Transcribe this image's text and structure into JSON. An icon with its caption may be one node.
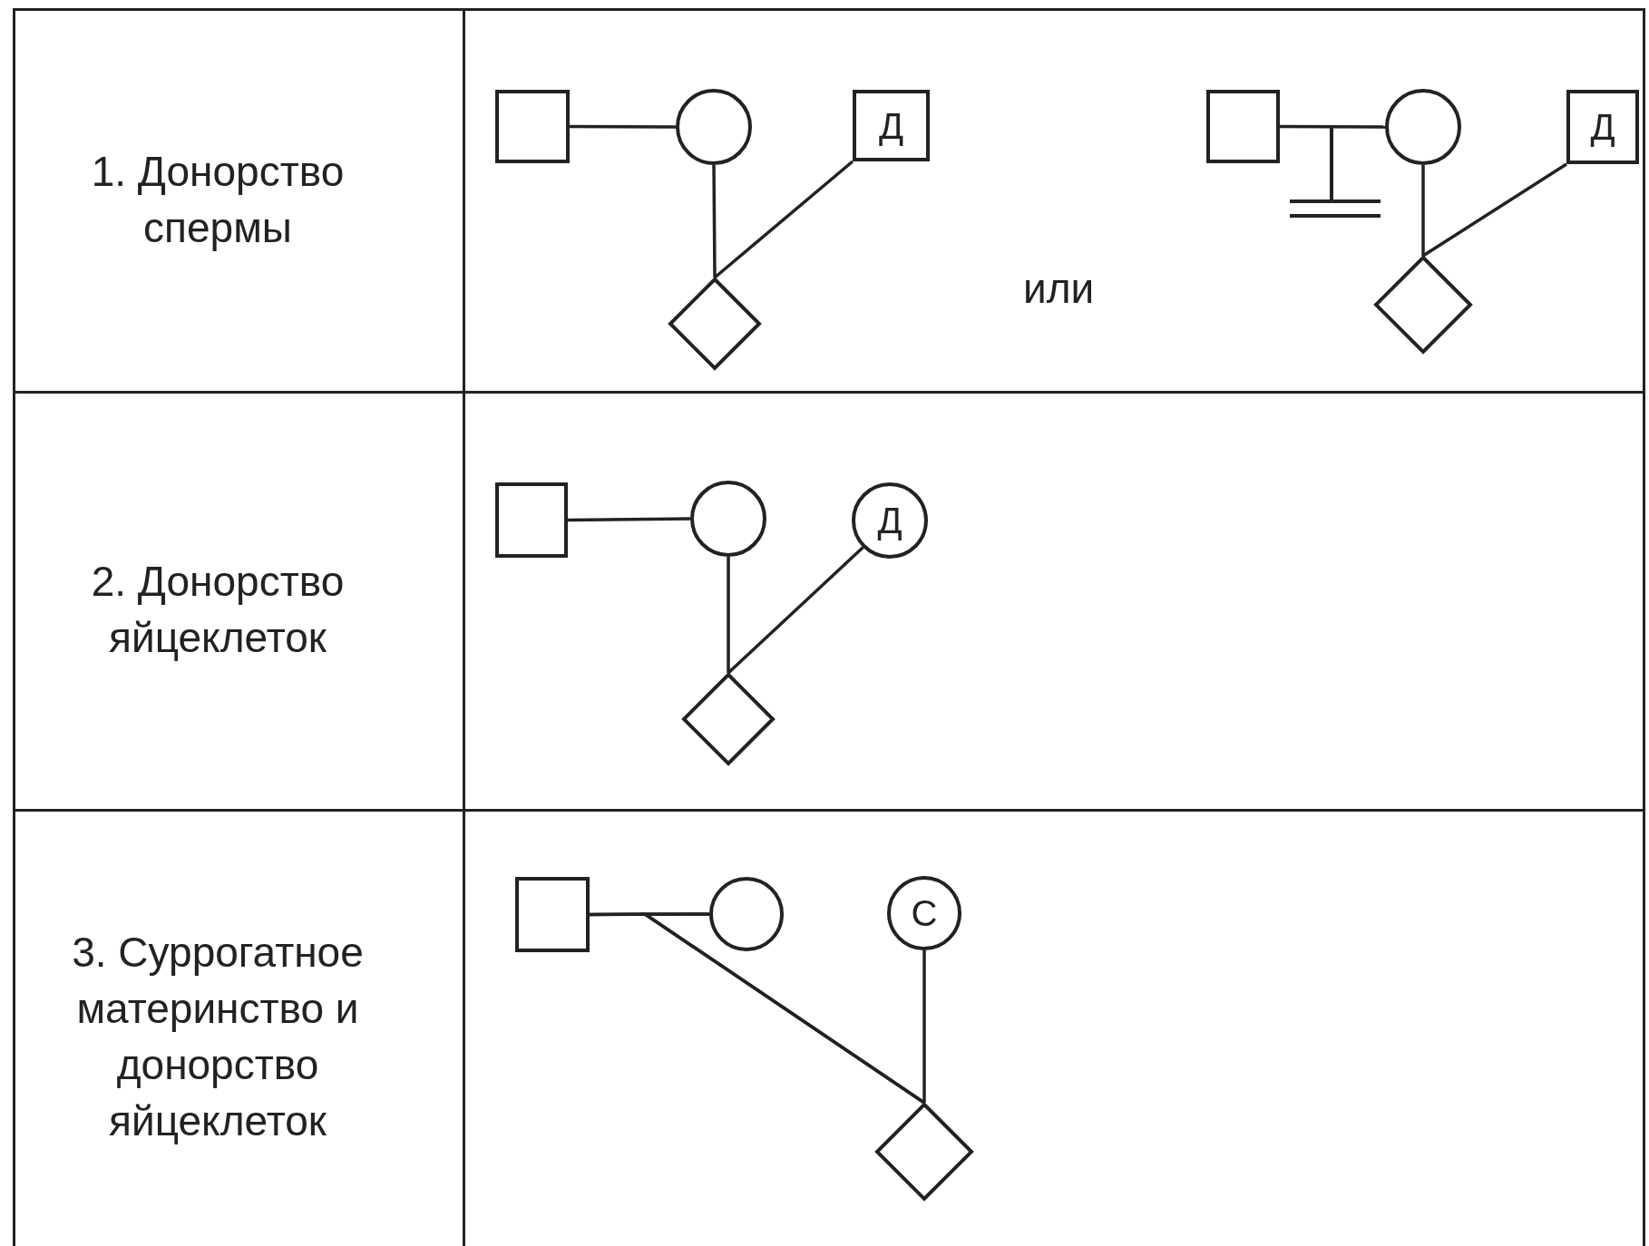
{
  "diagram": {
    "nodes": [
      {
        "text": [],
        "shape": "box"
      },
      {
        "text": [],
        "shape": "circle"
      },
      {
        "text": [
          "Д"
        ]
      },
      {
        "text": [],
        "shape": "diamond"
      },
      {
        "text": [],
        "shape": "box"
      },
      {
        "text": [],
        "shape": "circle"
      },
      {
        "text": [
          "Д"
        ]
      },
      {
        "text": [],
        "shape": "diamond"
      },
      {
        "text": [],
        "shape": "box"
      },
      {
        "text": [],
        "shape": "circle"
      },
      {
        "text": [
          "Д"
        ]
      },
      {
        "text": [],
        "shape": "diamond"
      },
      {
        "text": [],
        "shape": "box"
      },
      {
        "text": [],
        "shape": "circle"
      },
      {
        "text": [
          "С"
        ]
      },
      {
        "text": [],
        "shape": "diamond"
      }
    ],
    "edges": [
      {
        "from": 0,
        "to": 1,
        "arrow": "none"
      },
      {
        "from": 1,
        "to": 3,
        "arrow": "none"
      },
      {
        "from": 2,
        "to": 3,
        "arrow": "none"
      },
      {
        "from": 4,
        "to": 5,
        "arrow": "none"
      },
      {
        "from": 5,
        "to": 7,
        "arrow": "none"
      },
      {
        "from": 6,
        "to": 7,
        "arrow": "none"
      },
      {
        "from": 8,
        "to": 9,
        "arrow": "none"
      },
      {
        "from": 9,
        "to": 11,
        "arrow": "none"
      },
      {
        "from": 10,
        "to": 11,
        "arrow": "none"
      },
      {
        "from": 12,
        "to": 13,
        "arrow": "none"
      },
      {
        "from": 12,
        "to": 15,
        "arrow": "none"
      },
      {
        "from": 13,
        "to": 15,
        "arrow": "none"
      },
      {
        "from": 14,
        "to": 15,
        "arrow": "none"
      }
    ],
    "labels": [
      "1. Донорство спермы",
      "или",
      "2. Донорство яйцеклеток",
      "3. Суррогатное материнство и донорство яйцеклеток"
    ]
  }
}
